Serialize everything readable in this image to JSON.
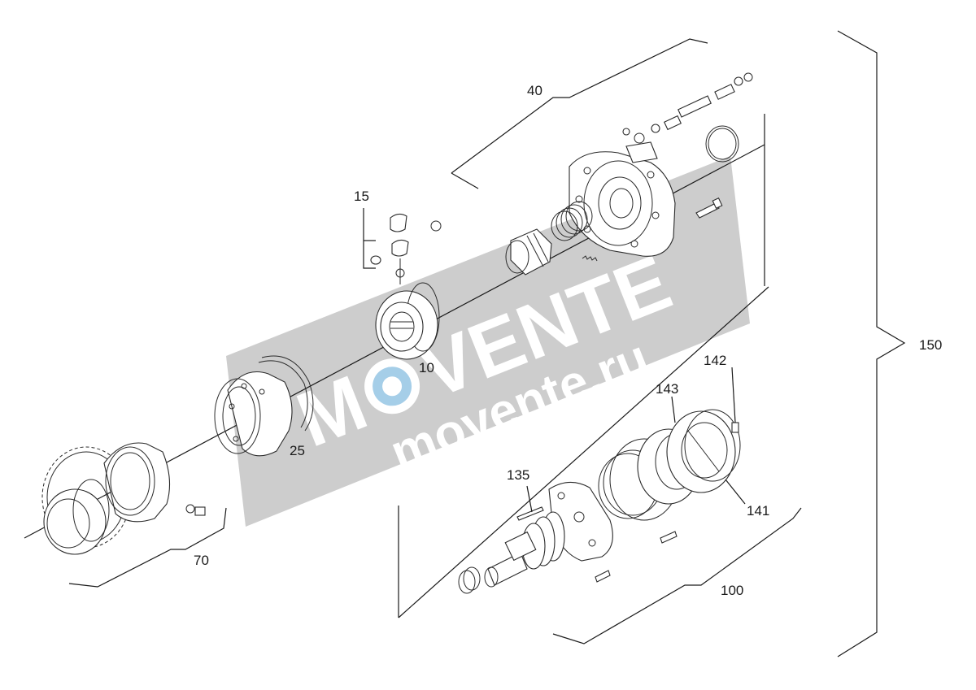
{
  "labels": {
    "l40": "40",
    "l15": "15",
    "l10": "10",
    "l25": "25",
    "l70": "70",
    "l100": "100",
    "l135": "135",
    "l141": "141",
    "l142": "142",
    "l143": "143",
    "l150": "150"
  },
  "watermark": {
    "brand_suffix": "VENTE",
    "brand_prefix": "M",
    "site": "movente.ru",
    "color": "#bdbdbd"
  }
}
